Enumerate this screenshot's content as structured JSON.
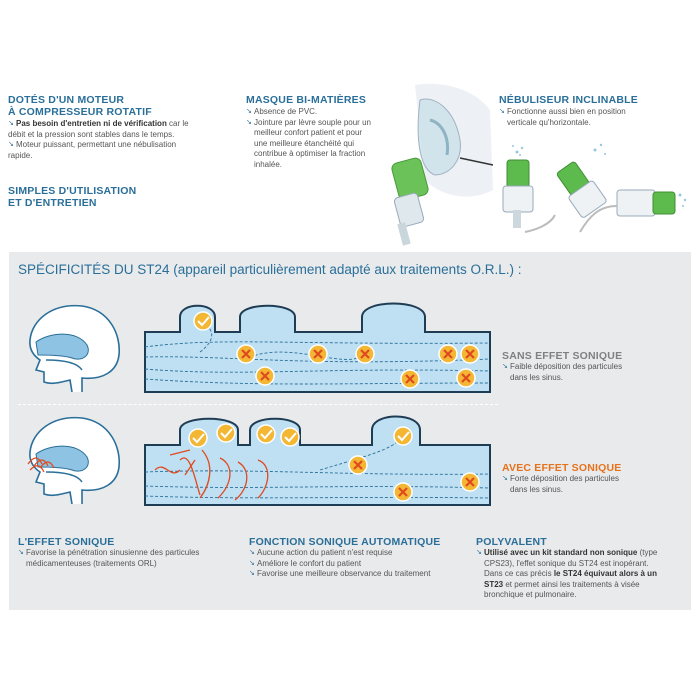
{
  "features": {
    "moteur": {
      "title_line1": "DOTÉS D'UN MOTEUR",
      "title_line2": "À COMPRESSEUR ROTATIF",
      "b1_bold": "Pas besoin d'entretien ni de vérification",
      "b1_rest_line1": " car le",
      "b1_line2": "débit et la pression sont stables dans le temps.",
      "b2_line1": "Moteur puissant, permettant une nébulisation",
      "b2_line2": "rapide."
    },
    "simples": {
      "title_line1": "SIMPLES D'UTILISATION",
      "title_line2": "ET D'ENTRETIEN"
    },
    "masque": {
      "title": "MASQUE BI-MATIÈRES",
      "b1": "Absence de PVC.",
      "b2_line1": "Jointure par lèvre souple pour un",
      "b2_line2": "meilleur confort patient et pour",
      "b2_line3": "une meilleure étanchéité qui",
      "b2_line4": "contribue à optimiser la fraction",
      "b2_line5": "inhalée."
    },
    "nebuliseur": {
      "title": "NÉBULISEUR INCLINABLE",
      "b1_line1": "Fonctionne aussi bien en position",
      "b1_line2": "verticale qu'horizontale."
    }
  },
  "spec": {
    "title": "SPÉCIFICITÉS DU ST24 (appareil particulièrement adapté aux traitements O.R.L.) :",
    "sans": {
      "title": "SANS EFFET SONIQUE",
      "line1": "Faible déposition des particules",
      "line2": "dans les sinus."
    },
    "avec": {
      "title": "AVEC EFFET SONIQUE",
      "line1": "Forte déposition des particules",
      "line2": "dans les sinus."
    }
  },
  "bottom": {
    "effet": {
      "title": "L'EFFET SONIQUE",
      "line1": "Favorise la pénétration sinusienne des particules",
      "line2": "médicamenteuses (traitements ORL)"
    },
    "fonction": {
      "title": "FONCTION SONIQUE AUTOMATIQUE",
      "b1": "Aucune action du patient n'est requise",
      "b2": "Améliore le confort du patient",
      "b3": "Favorise une meilleure observance du traitement"
    },
    "polyvalent": {
      "title": "POLYVALENT",
      "l1_bold": "Utilisé avec un kit standard non sonique",
      "l1_rest": " (type",
      "l2": "CPS23), l'effet sonique du ST24 est inopérant.",
      "l3_pre": "Dans ce cas précis ",
      "l3_bold": "le ST24 équivaut alors à un",
      "l4_bold": "ST23",
      "l4_rest": " et permet ainsi les traitements à visée",
      "l5": "bronchique et pulmonaire."
    }
  },
  "colors": {
    "blue": "#2a6f9a",
    "orange": "#e8721c",
    "green": "#7cc243",
    "red": "#e04a1f"
  }
}
